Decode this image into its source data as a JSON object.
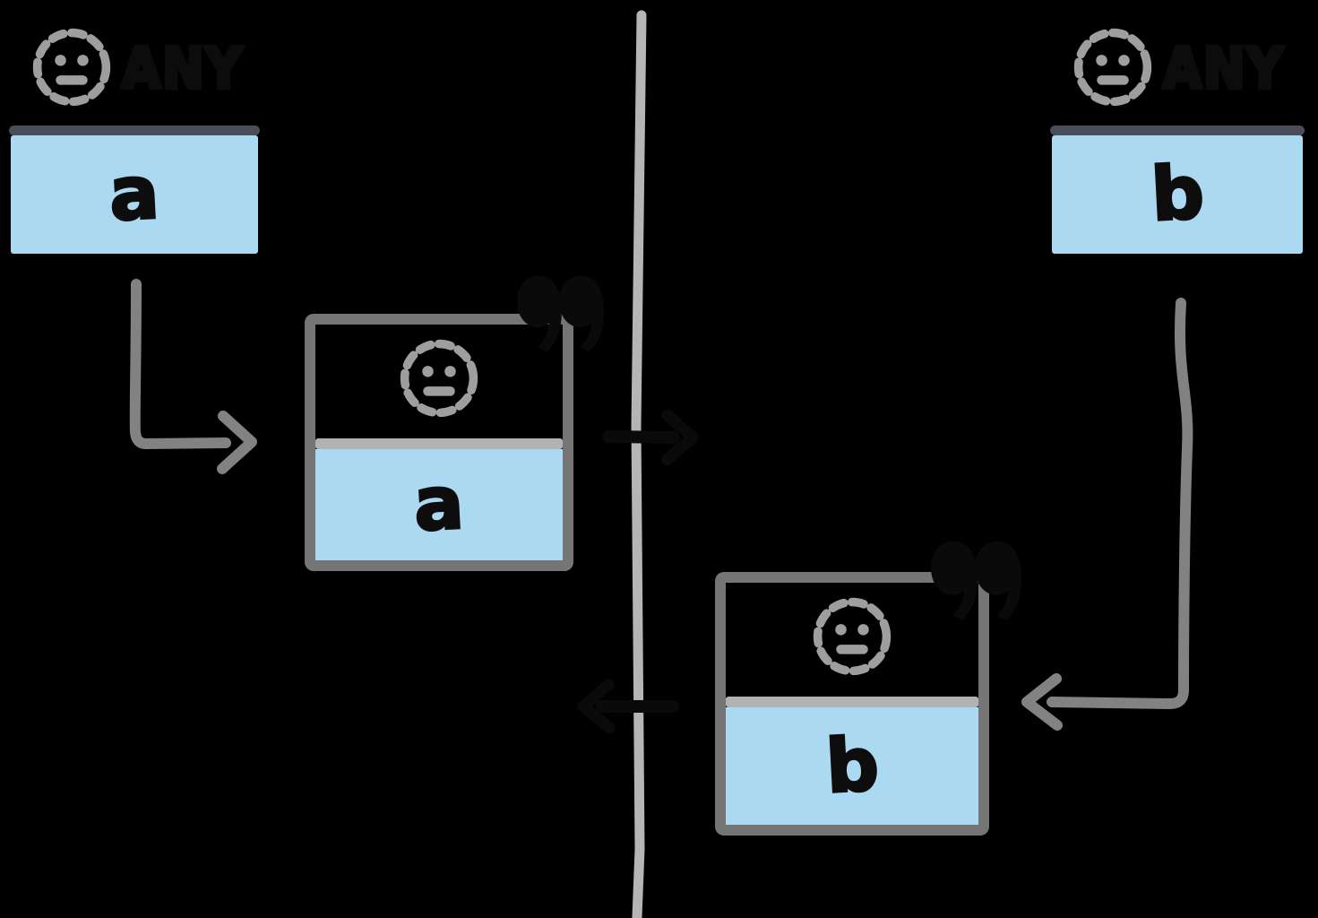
{
  "diagram": {
    "description": "Hand-drawn whiteboard diagram: two ANY-typed value cards (a, b) each producing a quoted copy that crosses a central divider line",
    "divider": "center-divider-line"
  },
  "cards": {
    "source_a": {
      "badge": "ANY",
      "value": "a"
    },
    "source_b": {
      "badge": "ANY",
      "value": "b"
    },
    "quoted_a": {
      "value": "a",
      "quote_mark": "”"
    },
    "quoted_b": {
      "value": "b",
      "quote_mark": "”"
    }
  },
  "icons": {
    "smiley": "dashed-smiley-face",
    "quote": "closing-double-quote"
  },
  "colors": {
    "background": "#000000",
    "card_header": "#000000",
    "card_fill": "#abd9f2",
    "any_separator": "#4a4e59",
    "any_text": "#0c0c0c",
    "letter": "#0d0d0d",
    "quoted_border": "#757575",
    "quoted_separator": "#b2b2b2",
    "divider": "#b5b5b5",
    "gray_arrow": "#828282",
    "black_arrow": "#0a0a0a",
    "smiley": "#9e9e9e"
  }
}
